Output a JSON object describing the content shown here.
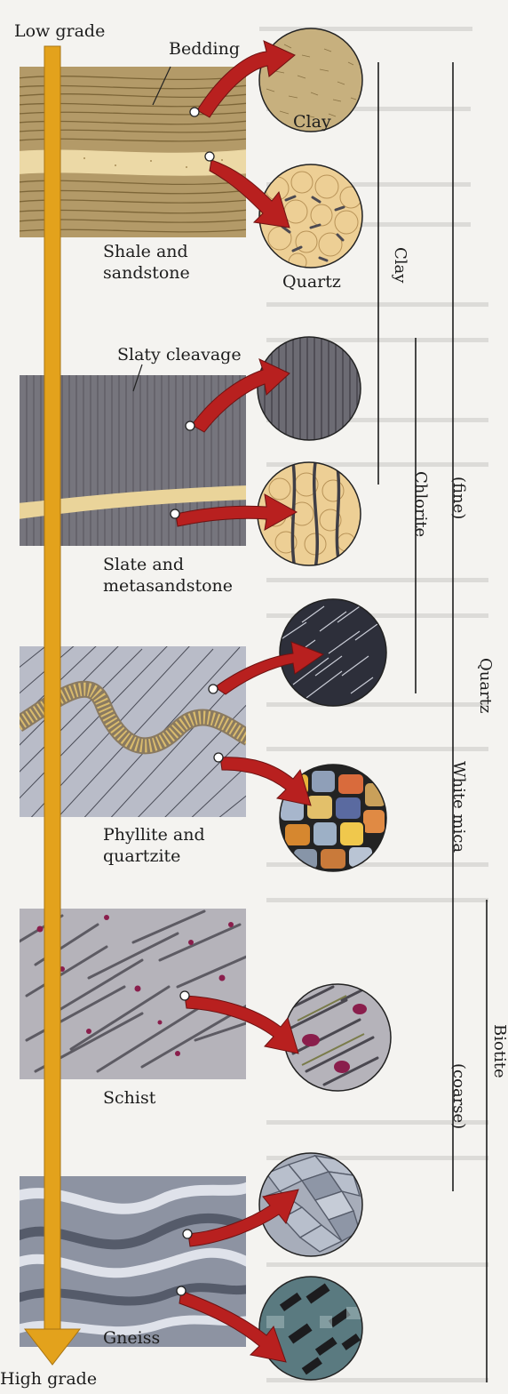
{
  "grade_axis": {
    "top_label": "Low grade",
    "bottom_label": "High grade"
  },
  "rocks": [
    {
      "name_line1": "Shale and",
      "name_line2": "sandstone",
      "feature_label": "Bedding",
      "circles": [
        {
          "label": "Clay"
        },
        {
          "label": "Quartz"
        }
      ]
    },
    {
      "name_line1": "Slate and",
      "name_line2": "metasandstone",
      "feature_label": "Slaty cleavage",
      "circles": [
        {
          "label": ""
        },
        {
          "label": ""
        }
      ]
    },
    {
      "name_line1": "Phyllite and",
      "name_line2": "quartzite",
      "feature_label": "",
      "circles": [
        {
          "label": ""
        },
        {
          "label": ""
        }
      ]
    },
    {
      "name_line1": "Schist",
      "name_line2": "",
      "feature_label": "",
      "circles": [
        {
          "label": ""
        }
      ]
    },
    {
      "name_line1": "Gneiss",
      "name_line2": "",
      "feature_label": "",
      "circles": [
        {
          "label": ""
        },
        {
          "label": ""
        }
      ]
    }
  ],
  "mineral_ranges": [
    {
      "label": "Clay"
    },
    {
      "label": "Chlorite"
    },
    {
      "label": "(fine)"
    },
    {
      "label": "Quartz"
    },
    {
      "label": "White mica"
    },
    {
      "label": "(coarse)"
    },
    {
      "label": "Biotite"
    }
  ],
  "colors": {
    "arrow_orange": "#e3a21c",
    "pointer_red": "#b8201f",
    "shale": "#b39a68",
    "slate": "#76757d",
    "phyllite": "#b9bcc8",
    "schist": "#b5b3ba",
    "gneiss": "#8d93a2"
  }
}
